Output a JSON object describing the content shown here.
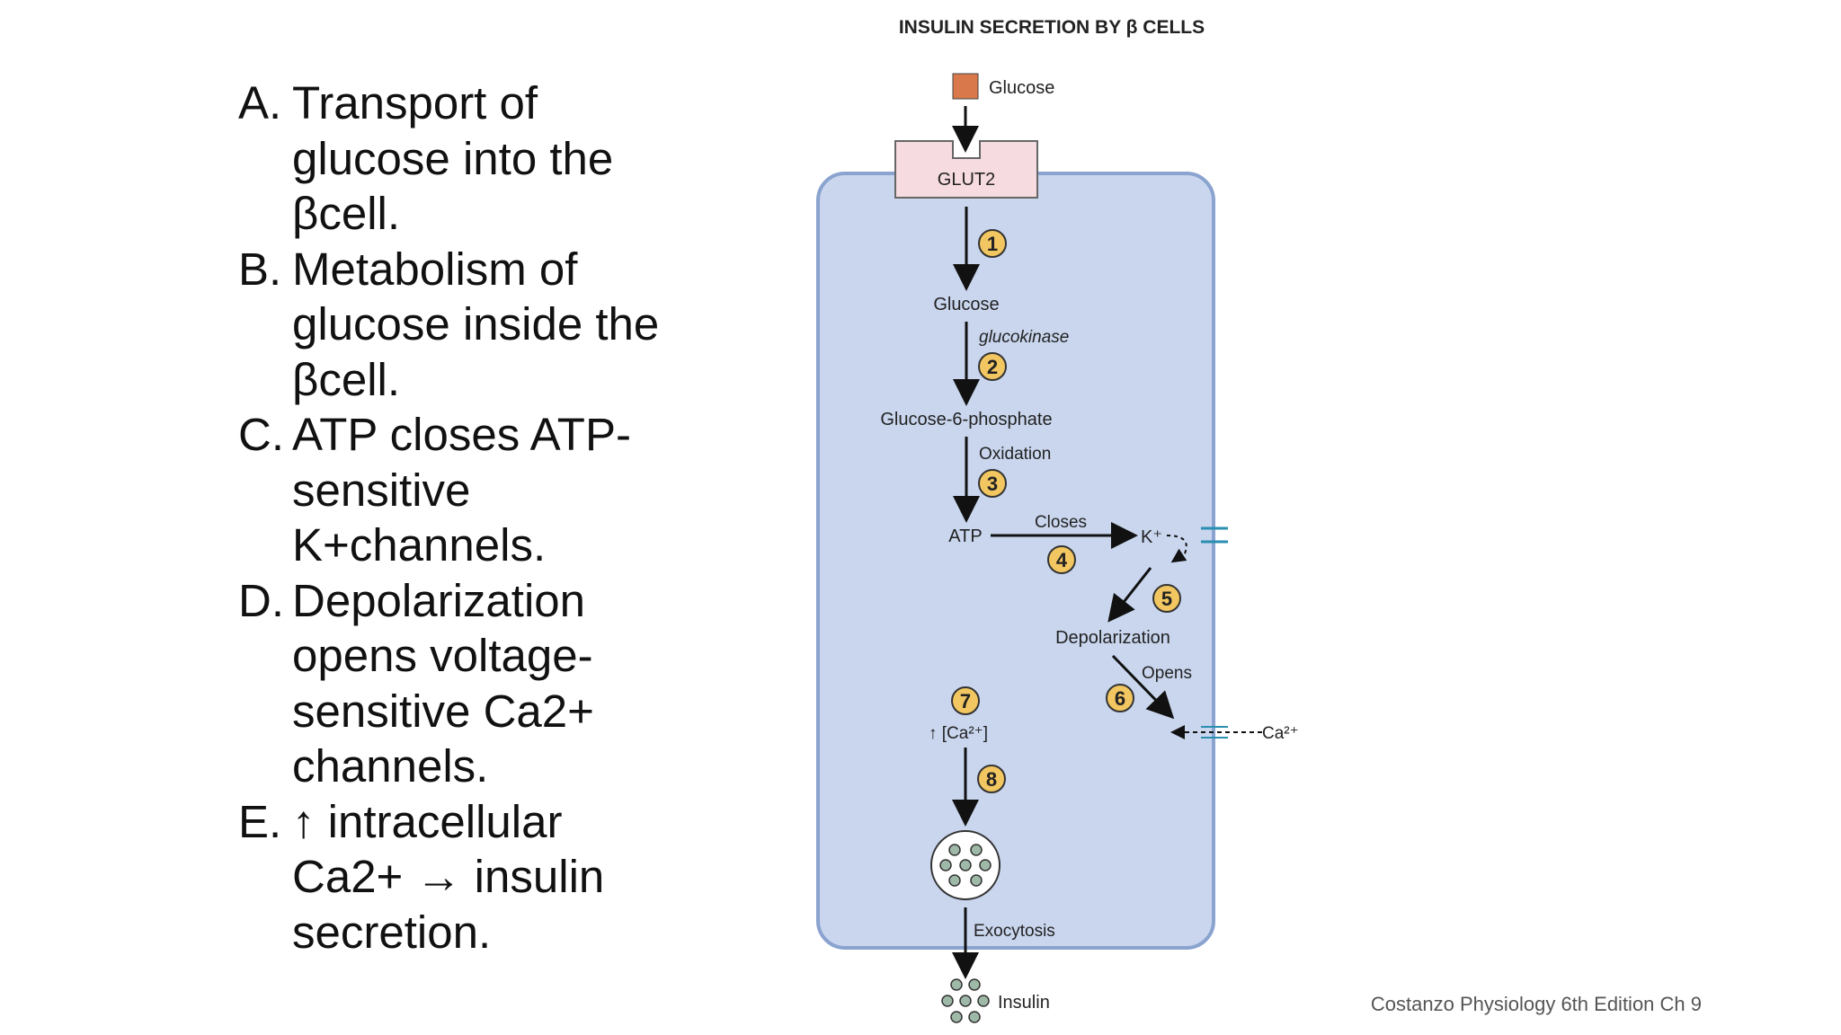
{
  "steps": [
    {
      "letter": "A.",
      "text": "Transport of\nglucose into the\nβcell."
    },
    {
      "letter": "B.",
      "text": "Metabolism of\nglucose inside the\nβcell."
    },
    {
      "letter": "C.",
      "text": "ATP closes ATP-\nsensitive\nK+channels."
    },
    {
      "letter": "D.",
      "text": "Depolarization\nopens voltage-\nsensitive Ca2+\nchannels."
    },
    {
      "letter": "E.",
      "text": "↑ intracellular\nCa2+ → insulin\nsecretion."
    }
  ],
  "diagram": {
    "title": "INSULIN SECRETION BY β CELLS",
    "glucose_outside": "Glucose",
    "transporter": "GLUT2",
    "glucose_inside": "Glucose",
    "enzyme": "glucokinase",
    "g6p": "Glucose-6-phosphate",
    "oxidation": "Oxidation",
    "atp": "ATP",
    "closes": "Closes",
    "potassium": "K⁺",
    "depolarization": "Depolarization",
    "opens": "Opens",
    "calcium_out": "Ca²⁺",
    "calcium_in": "↑ [Ca²⁺]",
    "exocytosis": "Exocytosis",
    "insulin": "Insulin",
    "step_numbers": [
      "1",
      "2",
      "3",
      "4",
      "5",
      "6",
      "7",
      "8"
    ]
  },
  "colors": {
    "cell_fill": "#c9d6ee",
    "cell_stroke": "#8aa3cf",
    "glut2_fill": "#f6dbe0",
    "glucose_square": "#d9784a",
    "number_badge": "#f2c660",
    "channel": "#2a8fb0"
  },
  "credit": "Costanzo Physiology 6th Edition Ch 9"
}
